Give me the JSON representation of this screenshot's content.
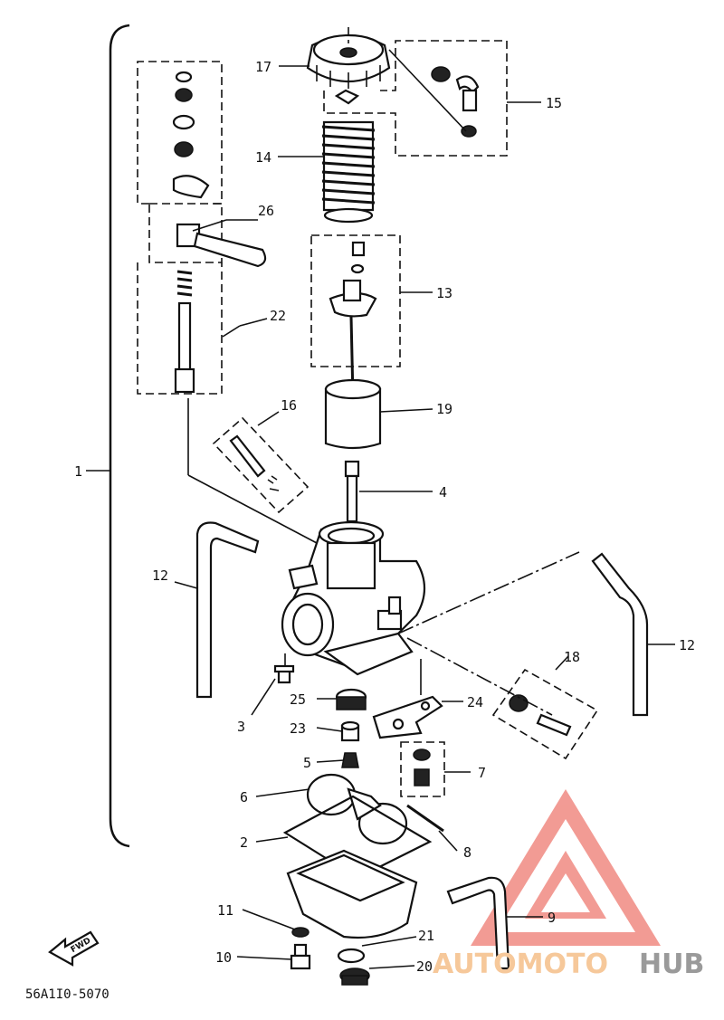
{
  "callouts": {
    "c1": "1",
    "c2": "2",
    "c3": "3",
    "c4": "4",
    "c5": "5",
    "c6": "6",
    "c7": "7",
    "c8": "8",
    "c9": "9",
    "c10": "10",
    "c11": "11",
    "c12a": "12",
    "c12b": "12",
    "c13": "13",
    "c14": "14",
    "c15": "15",
    "c16": "16",
    "c17": "17",
    "c18": "18",
    "c19": "19",
    "c20": "20",
    "c21": "21",
    "c22": "22",
    "c23": "23",
    "c24": "24",
    "c25": "25",
    "c26": "26"
  },
  "fwd_marker": "FWD",
  "diagram_code": "56A1I0-5070",
  "watermark": {
    "text_part1": "AUTOMOTO",
    "text_part2": "HUB",
    "color_logo": "#f08a82",
    "color_text1": "#f6c89a",
    "color_text2": "#9a9a9a"
  }
}
